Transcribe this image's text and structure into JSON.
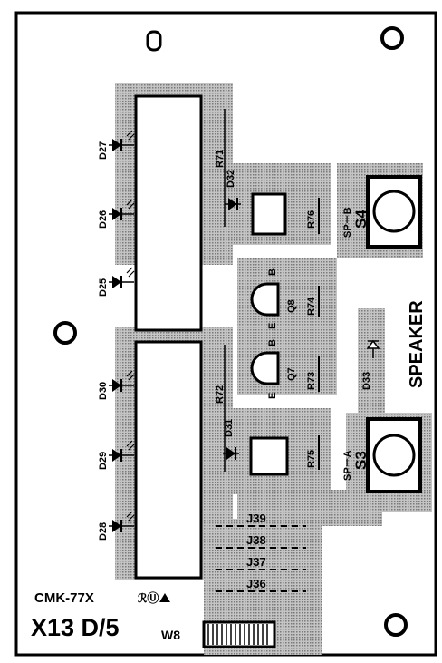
{
  "board": {
    "model": "CMK-77X",
    "marking": "X13 D/5",
    "wire": "W8",
    "speaker": "SPEAKER",
    "colors": {
      "ink": "#000000",
      "copper": "#b3b3b3",
      "paper": "#ffffff"
    }
  },
  "leds_left": [
    "D27",
    "D26",
    "D25",
    "D30",
    "D29",
    "D28"
  ],
  "leds_inner": [
    "D32",
    "D31"
  ],
  "diode": "D33",
  "resistors": [
    "R71",
    "R72",
    "R76",
    "R74",
    "R73",
    "R75"
  ],
  "transistors": [
    {
      "name": "Q8",
      "pins": [
        "E",
        "B"
      ]
    },
    {
      "name": "Q7",
      "pins": [
        "E",
        "B"
      ]
    }
  ],
  "switches": [
    {
      "ref": "S4",
      "label": "SP－B"
    },
    {
      "ref": "S3",
      "label": "SP－A"
    }
  ],
  "jumpers": [
    "J39",
    "J38",
    "J37",
    "J36"
  ]
}
